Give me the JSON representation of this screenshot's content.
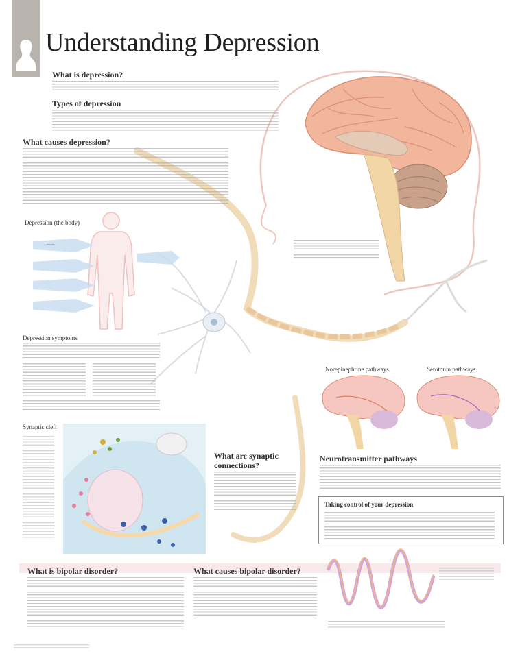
{
  "poster": {
    "title": "Understanding Depression",
    "logo_icon": "head-silhouette-icon"
  },
  "sections": {
    "what_is": "What is depression?",
    "types": "Types of depression",
    "causes": "What causes depression?",
    "body_effects": "Depression (the body)",
    "symptoms": "Depression symptoms",
    "synaptic_cleft": "Synaptic cleft",
    "synaptic_connections_line1": "What are synaptic",
    "synaptic_connections_line2": "connections?",
    "norepinephrine": "Norepinephrine pathways",
    "serotonin": "Serotonin pathways",
    "neurotransmitter": "Neurotransmitter pathways",
    "taking_control": "Taking control of your depression",
    "bipolar": "What is bipolar disorder?",
    "bipolar_causes": "What causes bipolar disorder?"
  },
  "colors": {
    "brain": "#f2b69c",
    "brain_dark": "#d98f72",
    "cerebellum": "#c9a08a",
    "stem": "#f2d6a6",
    "neuron": "#e9c79a",
    "blue": "#b8d6e6",
    "purple": "#a66bc2",
    "orange": "#f0a35a",
    "logo": "#b9b3ad"
  }
}
